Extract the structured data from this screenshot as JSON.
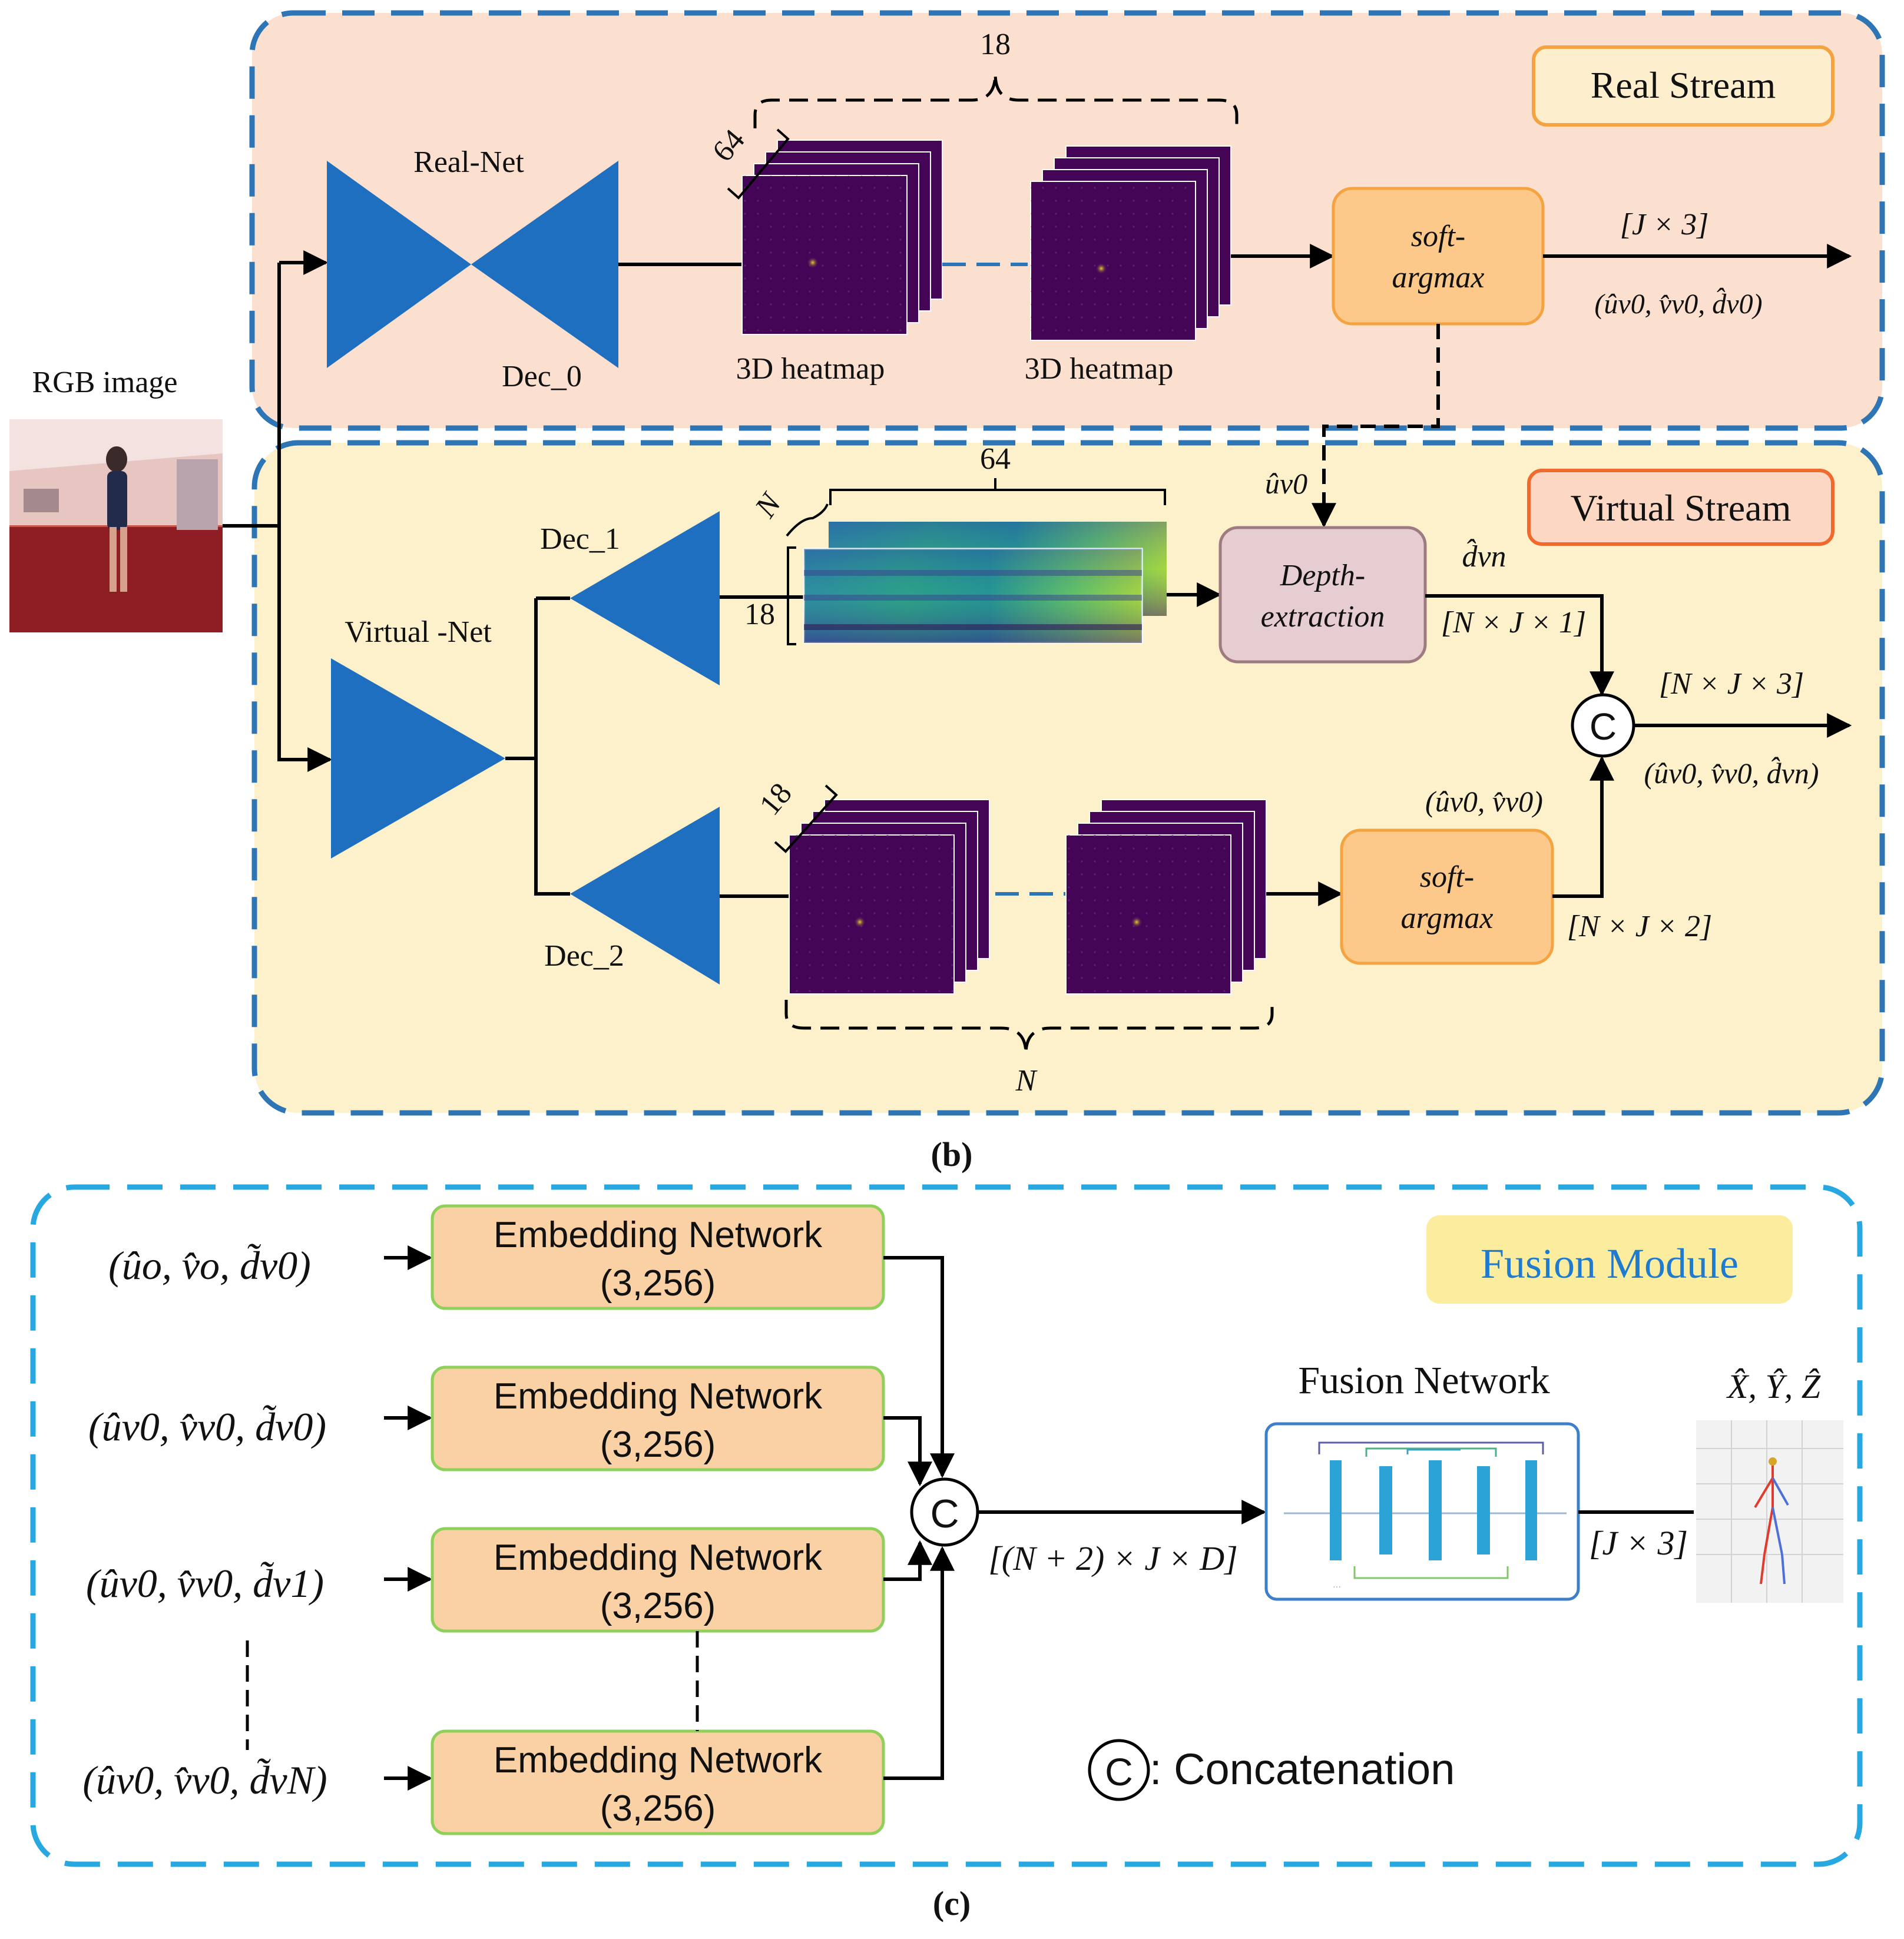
{
  "panel_b": {
    "caption": "(b)",
    "input_label": "RGB image",
    "real_stream": {
      "badge": "Real Stream",
      "net_label": "Real-Net",
      "dec_label": "Dec_0",
      "count_top": "18",
      "count_side": "64",
      "heatmap_label_1": "3D heatmap",
      "heatmap_label_2": "3D heatmap",
      "softargmax_line1": "soft-",
      "softargmax_line2": "argmax",
      "out_dim": "[J × 3]",
      "out_vars": "(ûv0, v̂v0, d̂v0)"
    },
    "virtual_stream": {
      "badge": "Virtual Stream",
      "net_label": "Virtual -Net",
      "dec1_label": "Dec_1",
      "dec2_label": "Dec_2",
      "count_top": "64",
      "count_N": "N",
      "count_18": "18",
      "count_18b": "18",
      "count_bottom": "N",
      "u_label": "ûv0",
      "depth_line1": "Depth-",
      "depth_line2": "extraction",
      "d_label": "d̂vn",
      "dim_nj1": "[N × J × 1]",
      "dim_nj3": "[N × J × 3]",
      "out_vars": "(ûv0, v̂v0, d̂vn)",
      "uv_label": "(ûv0, v̂v0)",
      "softargmax_line1": "soft-",
      "softargmax_line2": "argmax",
      "dim_nj2": "[N × J × 2]",
      "concat_symbol": "C"
    }
  },
  "panel_c": {
    "caption": "(c)",
    "badge": "Fusion Module",
    "inputs": [
      "(ûo, v̂o, d̃v0)",
      "(ûv0, v̂v0, d̃v0)",
      "(ûv0, v̂v0, d̃v1)",
      "(ûv0, v̂v0, d̃vN)"
    ],
    "embed_boxes": [
      {
        "title": "Embedding Network",
        "dims": "(3,256)"
      },
      {
        "title": "Embedding Network",
        "dims": "(3,256)"
      },
      {
        "title": "Embedding Network",
        "dims": "(3,256)"
      },
      {
        "title": "Embedding Network",
        "dims": "(3,256)"
      }
    ],
    "concat_symbol": "C",
    "concat_dim": "[(N + 2) × J × D]",
    "fusion_title": "Fusion Network",
    "out_dim": "[J × 3]",
    "xyz_label": "X̂, Ŷ, Ẑ",
    "legend_symbol": "C",
    "legend_text": ": Concatenation"
  },
  "colors": {
    "real_bg": "#fbdfcf",
    "virtual_bg": "#fdf1cc",
    "stream_border": "#2e75b6",
    "fusion_border": "#27a8e0",
    "net_blue": "#1f6fc1",
    "softargmax_fill": "#fcc98a",
    "softargmax_border": "#f4a340",
    "depth_fill": "#e6cdd2",
    "embed_fill": "#f9d1a5",
    "embed_border": "#8ed05a",
    "heatmap_purple": "#450557",
    "fusion_badge_fill": "#fcec9e",
    "fusion_badge_text": "#1f7bd0"
  }
}
